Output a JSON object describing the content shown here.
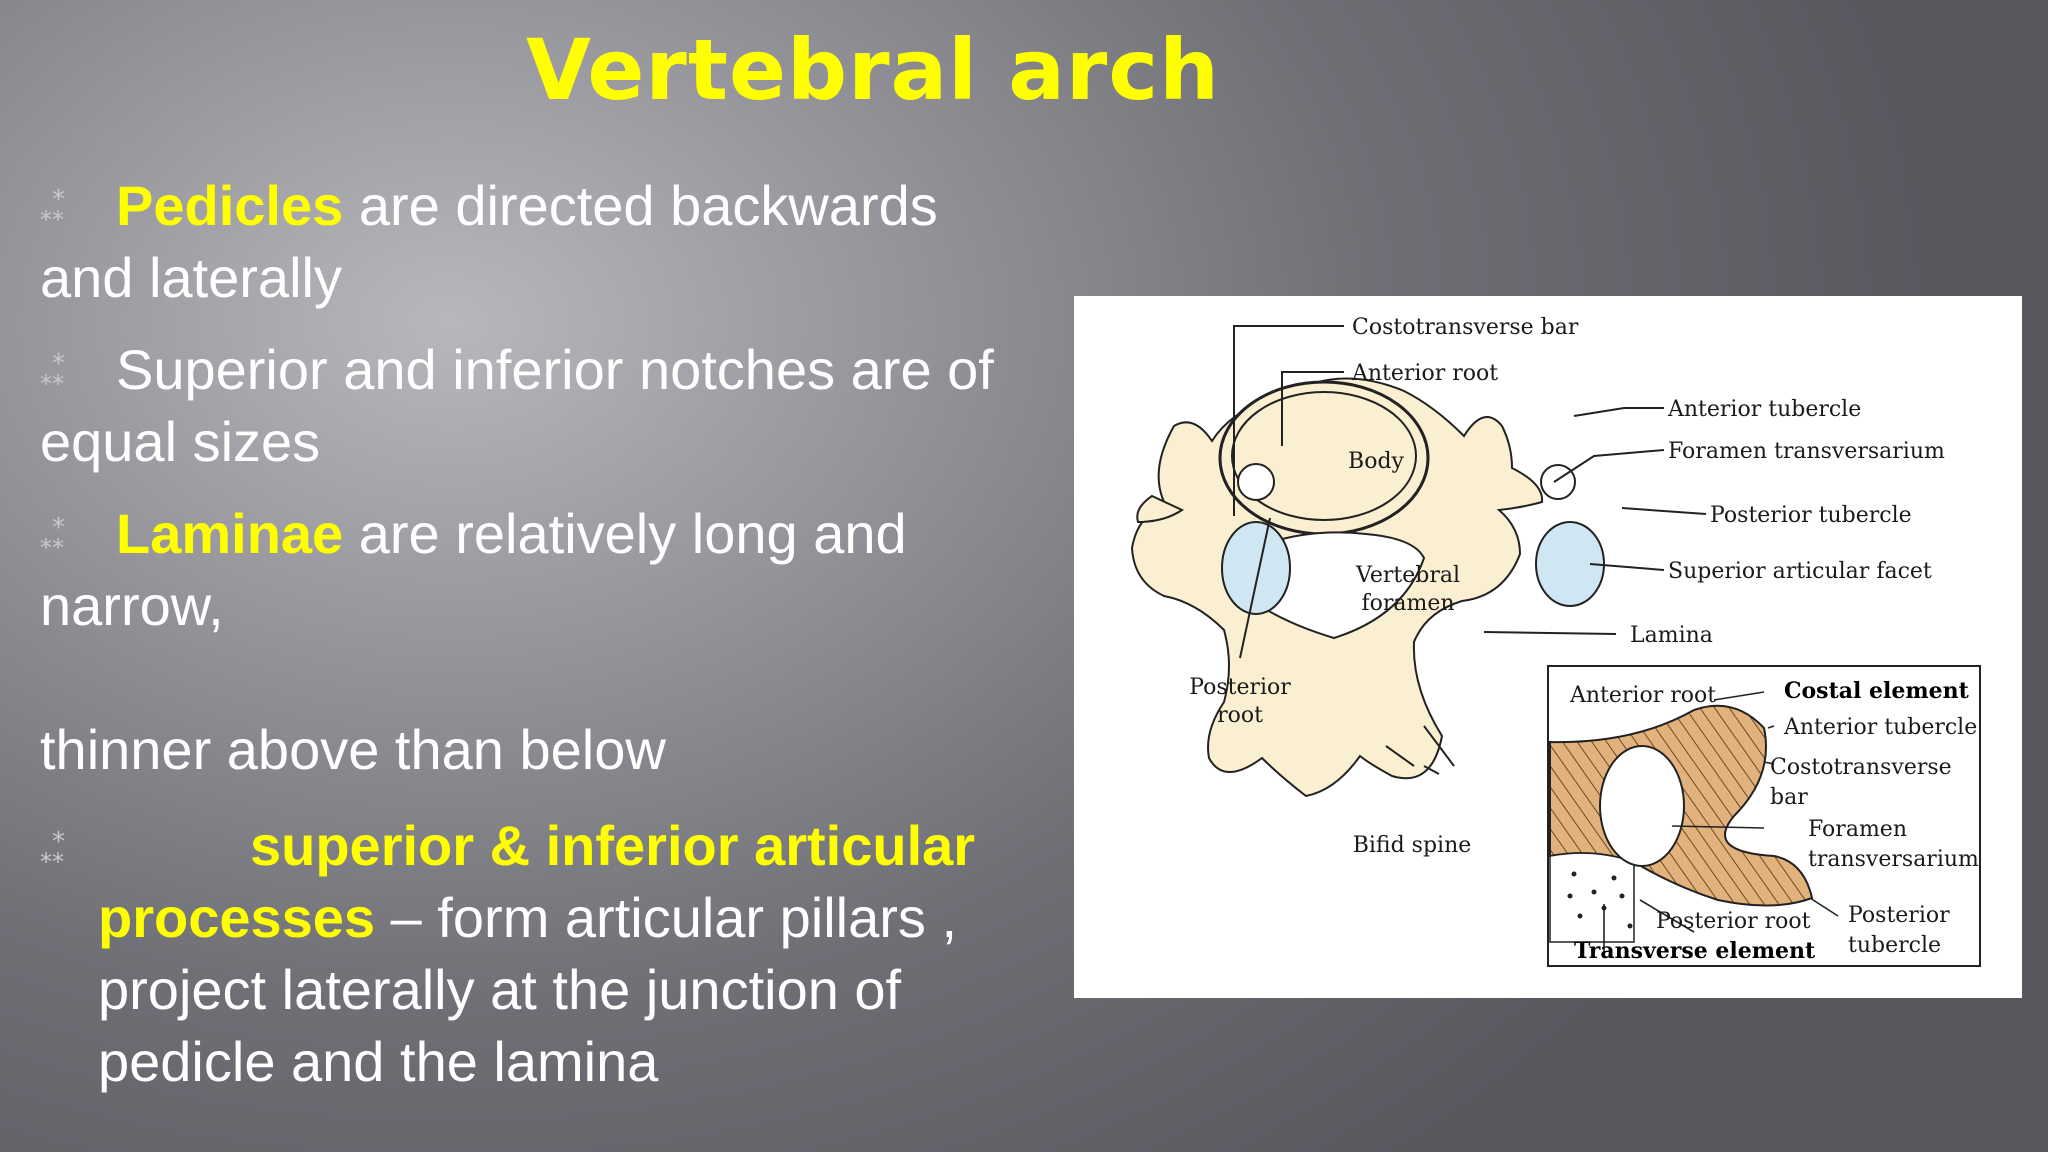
{
  "slide": {
    "title": "Vertebral arch",
    "bullets": [
      {
        "highlight": "Pedicles",
        "rest": " are directed backwards",
        "line2": "and laterally"
      },
      {
        "text": "Superior and inferior notches are of",
        "line2": "equal sizes"
      },
      {
        "highlight": "Laminae",
        "rest": " are relatively long and",
        "line2": "narrow,"
      },
      {
        "text": "thinner above than below"
      },
      {
        "highlight1": "superior &  inferior articular",
        "highlight2": "processes",
        "rest": " – form articular pillars ,",
        "line3": "project  laterally at the junction of",
        "line4": "pedicle and the lamina"
      }
    ]
  },
  "figure": {
    "labels": {
      "costotransverse_bar": "Costotransverse bar",
      "anterior_root": "Anterior root",
      "anterior_tubercle": "Anterior tubercle",
      "foramen_transversarium": "Foramen transversarium",
      "body": "Body",
      "posterior_tubercle": "Posterior tubercle",
      "vertebral_foramen_1": "Vertebral",
      "vertebral_foramen_2": "foramen",
      "superior_articular_facet": "Superior articular facet",
      "lamina": "Lamina",
      "posterior_root_1": "Posterior",
      "posterior_root_2": "root",
      "bifid_spine": "Bifid spine"
    },
    "inset": {
      "anterior_root": "Anterior root",
      "costal_element": "Costal element",
      "anterior_tubercle": "Anterior tubercle",
      "costotransverse_1": "Costotransverse",
      "costotransverse_2": "bar",
      "foramen_1": "Foramen",
      "foramen_2": "transversarium",
      "posterior_root": "Posterior root",
      "posterior_tubercle_1": "Posterior",
      "posterior_tubercle_2": "tubercle",
      "transverse_element": "Transverse element"
    },
    "colors": {
      "bone": "#fbefd2",
      "facet": "#cfe6f3",
      "costal_hatch": "#e2b27c"
    }
  }
}
